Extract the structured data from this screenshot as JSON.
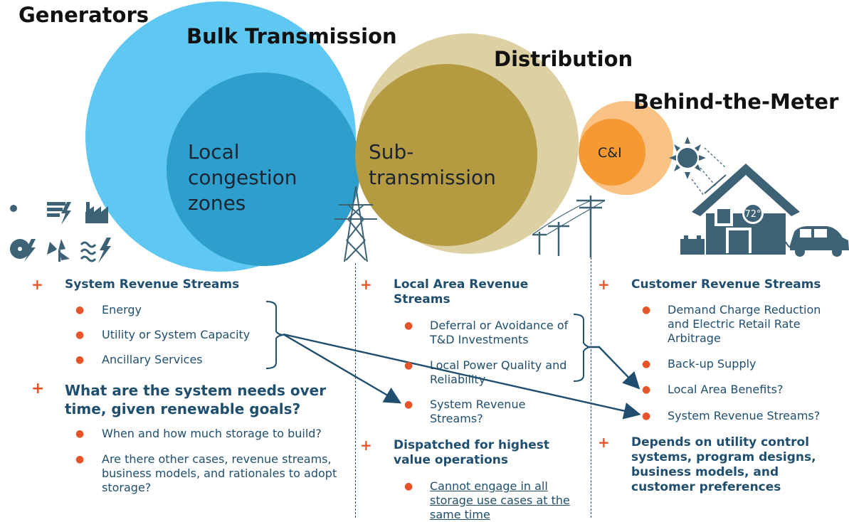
{
  "titles": {
    "generators": "Generators",
    "bulk": "Bulk Transmission",
    "distribution": "Distribution",
    "btm": "Behind-the-Meter"
  },
  "circles": {
    "local_congestion": "Local congestion zones",
    "sub_transmission": "Sub-transmission",
    "ci": "C&I"
  },
  "house": {
    "thermostat": "72°"
  },
  "colors": {
    "outer_blue": "#5ec8f2",
    "inner_blue": "#2e9fcc",
    "outer_tan": "#ddd0a3",
    "inner_gold": "#b49a41",
    "outer_orange": "#f9c183",
    "inner_orange": "#f59a33",
    "text_navy": "#1f4e6e",
    "bullet_orange": "#e8542a",
    "icon_slate": "#3d6276"
  },
  "icons": {
    "generators": [
      "solar-panel-icon",
      "coal-icon",
      "factory-icon",
      "nuclear-icon",
      "wind-icon",
      "hydro-icon"
    ]
  },
  "left": {
    "heading": "System Revenue Streams",
    "items": [
      "Energy",
      "Utility or System Capacity",
      "Ancillary Services"
    ],
    "question": "What are the system needs over time, given renewable goals?",
    "question_items": [
      "When and how much storage to build?",
      "Are there other cases, revenue streams, business models, and rationales to adopt storage?"
    ]
  },
  "middle": {
    "heading": "Local Area Revenue Streams",
    "items": [
      "Deferral or Avoidance of T&D Investments",
      "Local Power Quality and Reliability",
      "System Revenue Streams?"
    ],
    "dispatch": "Dispatched for highest value operations",
    "dispatch_items": [
      "Cannot engage in all storage use cases at the same time"
    ]
  },
  "right": {
    "heading": "Customer Revenue Streams",
    "items": [
      "Demand Charge Reduction and Electric Retail Rate Arbitrage",
      "Back-up Supply",
      "Local Area Benefits?",
      "System Revenue Streams?"
    ],
    "depends": "Depends on utility control systems, program designs, business models, and customer preferences"
  }
}
